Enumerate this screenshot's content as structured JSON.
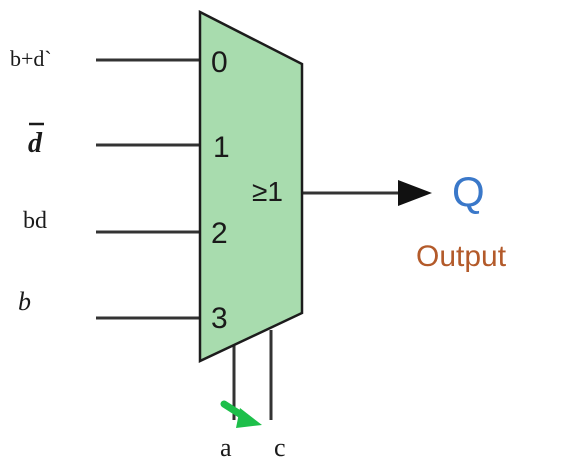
{
  "colors": {
    "mux_fill": "#a8dcae",
    "mux_stroke": "#1c1c1c",
    "wire": "#333333",
    "output_q": "#3a78c9",
    "output_label": "#b35a2a",
    "select_arrow": "#1dbf4a"
  },
  "inputs": [
    {
      "signal": "b+d`",
      "port": "0"
    },
    {
      "signal": "d",
      "port": "1",
      "overbar": true
    },
    {
      "signal": "bd",
      "port": "2"
    },
    {
      "signal": "b",
      "port": "3"
    }
  ],
  "mux": {
    "operator": "≥1"
  },
  "output": {
    "symbol": "Q",
    "label": "Output"
  },
  "selects": [
    {
      "name": "a"
    },
    {
      "name": "c"
    }
  ]
}
